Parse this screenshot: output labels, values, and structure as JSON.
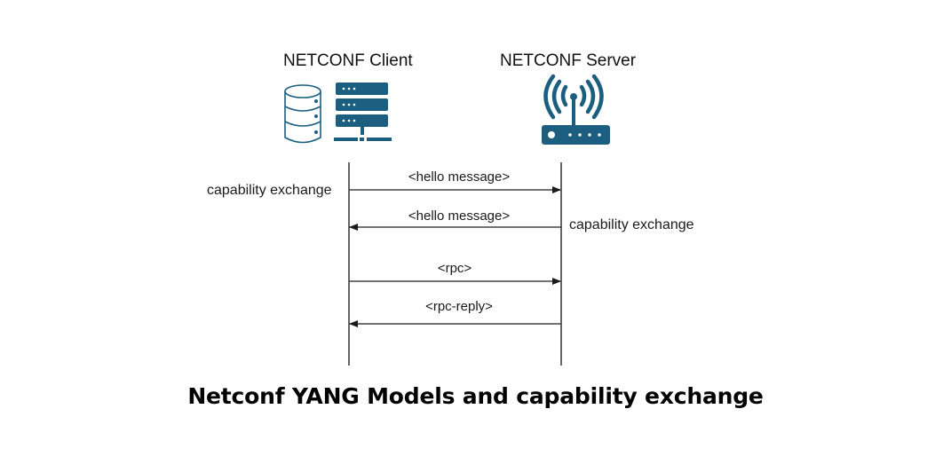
{
  "diagram": {
    "type": "sequence",
    "colors": {
      "icon": "#1b5e80",
      "line": "#333333"
    },
    "actors": [
      {
        "id": "client",
        "label": "NETCONF Client",
        "icons": [
          "database-icon",
          "server-rack-icon"
        ]
      },
      {
        "id": "server",
        "label": "NETCONF Server",
        "icons": [
          "wireless-router-icon"
        ]
      }
    ],
    "messages": [
      {
        "label": "<hello message>",
        "from": "client",
        "to": "server"
      },
      {
        "label": "<hello message>",
        "from": "server",
        "to": "client"
      },
      {
        "label": "<rpc>",
        "from": "client",
        "to": "server"
      },
      {
        "label": "<rpc-reply>",
        "from": "server",
        "to": "client"
      }
    ],
    "annotations": [
      {
        "text": "capability exchange",
        "side": "client"
      },
      {
        "text": "capability exchange",
        "side": "server"
      }
    ],
    "title": "Netconf YANG Models and capability exchange"
  }
}
